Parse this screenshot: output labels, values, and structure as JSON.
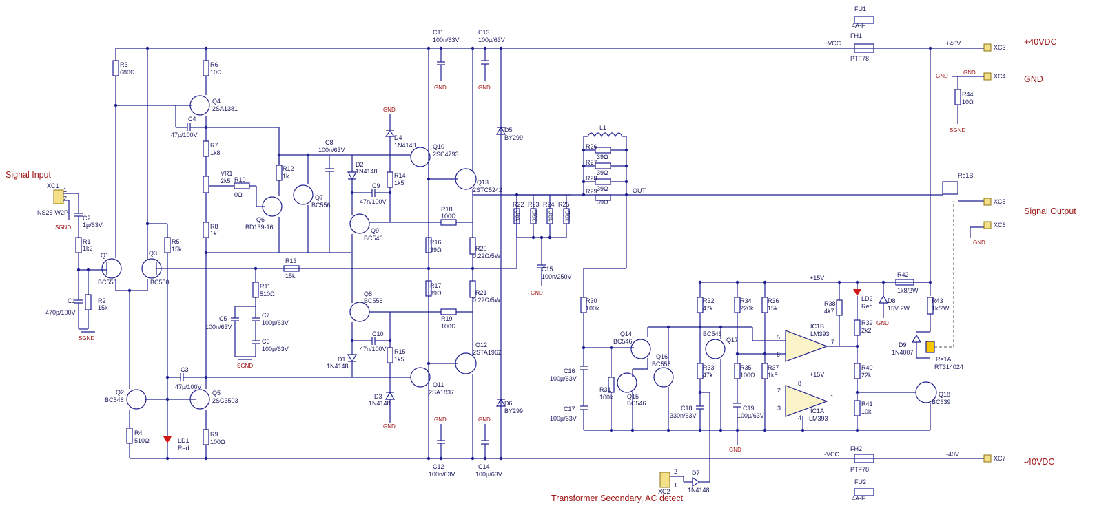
{
  "section_labels": {
    "signal_input": "Signal Input",
    "signal_output": "Signal Output",
    "pos_supply": "+40VDC",
    "gnd": "GND",
    "neg_supply": "-40VDC",
    "ac_detect": "Transformer Secondary, AC detect"
  },
  "nets": {
    "vcc": "+VCC",
    "vee": "-VCC",
    "pos40": "+40V",
    "neg40": "-40V",
    "gnd": "GND",
    "sgnd": "SGND",
    "p15": "+15V",
    "out": "OUT"
  },
  "connectors": {
    "xc1": "XC1",
    "xc1_part": "NS25-W2P",
    "xc1_p1": "1",
    "xc1_p2": "2",
    "xc2": "XC2",
    "xc2_p1": "1",
    "xc2_p2": "2",
    "xc3": "XC3",
    "xc4": "XC4",
    "xc5": "XC5",
    "xc6": "XC6",
    "xc7": "XC7"
  },
  "components": {
    "r1": "R1",
    "r1v": "1k2",
    "r2": "R2",
    "r2v": "15k",
    "r3": "R3",
    "r3v": "680Ω",
    "r4": "R4",
    "r4v": "510Ω",
    "r5": "R5",
    "r5v": "15k",
    "r6": "R6",
    "r6v": "10Ω",
    "r7": "R7",
    "r7v": "1k8",
    "r8": "R8",
    "r8v": "1k",
    "r9": "R9",
    "r9v": "100Ω",
    "r10": "R10",
    "r10v": "0Ω",
    "r11": "R11",
    "r11v": "510Ω",
    "r12": "R12",
    "r12v": "1k",
    "r13": "R13",
    "r13v": "15k",
    "r14": "R14",
    "r14v": "1k5",
    "r15": "R15",
    "r15v": "1k5",
    "r16": "R16",
    "r16v": "39Ω",
    "r17": "R17",
    "r17v": "39Ω",
    "r18": "R18",
    "r18v": "100Ω",
    "r19": "R19",
    "r19v": "100Ω",
    "r20": "R20",
    "r20v": "0.22Ω/5W",
    "r21": "R21",
    "r21v": "0.22Ω/5W",
    "r22": "R22",
    "r23": "R23",
    "r24": "R24",
    "r25": "R25",
    "r22_25v": "39Ω",
    "r26": "R26",
    "r27": "R27",
    "r28": "R28",
    "r29": "R29",
    "r26_29v": "39Ω",
    "r30": "R30",
    "r30v": "100k",
    "r31": "R31",
    "r31v": "100k",
    "r32": "R32",
    "r32v": "47k",
    "r33": "R33",
    "r33v": "47k",
    "r34": "R34",
    "r34v": "220k",
    "r35": "R35",
    "r35v": "100Ω",
    "r36": "R36",
    "r36v": "15k",
    "r37": "R37",
    "r37v": "1k5",
    "r38": "R38",
    "r38v": "4k7",
    "r39": "R39",
    "r39v": "2k2",
    "r40": "R40",
    "r40v": "22k",
    "r41": "R41",
    "r41v": "10k",
    "r42": "R42",
    "r42v": "1k8/2W",
    "r43": "R43",
    "r43v": "1k/2W",
    "r44": "R44",
    "r44v": "10Ω",
    "vr1": "VR1",
    "vr1v": "2k5",
    "c1": "C1",
    "c1v": "470p/100V",
    "c2": "C2",
    "c2v": "1µ/63V",
    "c3": "C3",
    "c3v": "47p/100V",
    "c4": "C4",
    "c4v": "47p/100V",
    "c5": "C5",
    "c5v": "100n/63V",
    "c6": "C6",
    "c6v": "100µ/63V",
    "c7": "C7",
    "c7v": "100µ/63V",
    "c8": "C8",
    "c8v": "100n/63V",
    "c9": "C9",
    "c9v": "47n/100V",
    "c10": "C10",
    "c10v": "47n/100V",
    "c11": "C11",
    "c11v": "100n/63V",
    "c12": "C12",
    "c12v": "100n/63V",
    "c13": "C13",
    "c13v": "100µ/63V",
    "c14": "C14",
    "c14v": "100µ/63V",
    "c15": "C15",
    "c15v": "100n/250V",
    "c16": "C16",
    "c16v": "100µ/63V",
    "c17": "C17",
    "c17v": "100µ/63V",
    "c18": "C18",
    "c18v": "330n/63V",
    "c19": "C19",
    "c19v": "100µ/63V",
    "q1": "Q1",
    "q1v": "BC550",
    "q2": "Q2",
    "q2v": "BC546",
    "q3": "Q3",
    "q3v": "BC550",
    "q4": "Q4",
    "q4v": "2SA1381",
    "q5": "Q5",
    "q5v": "2SC3503",
    "q6": "Q6",
    "q6v": "BD139-16",
    "q7": "Q7",
    "q7v": "BC556",
    "q8": "Q8",
    "q8v": "BC556",
    "q9": "Q9",
    "q9v": "BC546",
    "q10": "Q10",
    "q10v": "2SC4793",
    "q11": "Q11",
    "q11v": "2SA1837",
    "q12": "Q12",
    "q12v": "2STA1962",
    "q13": "Q13",
    "q13v": "2STC5242",
    "q14": "Q14",
    "q14v": "BC546",
    "q15": "Q15",
    "q15v": "BC546",
    "q16": "Q16",
    "q16v": "BC556",
    "q17": "Q17",
    "q17v": "BC546",
    "q18": "Q18",
    "q18v": "BC639",
    "d1": "D1",
    "d1v": "1N4148",
    "d2": "D2",
    "d2v": "1N4148",
    "d3": "D3",
    "d3v": "1N4148",
    "d4": "D4",
    "d4v": "1N4148",
    "d5": "D5",
    "d5v": "BY299",
    "d6": "D6",
    "d6v": "BY299",
    "d7": "D7",
    "d7v": "1N4148",
    "d8": "D8",
    "d8v": "15V 2W",
    "d9": "D9",
    "d9v": "1N4007",
    "ld1": "LD1",
    "ld1v": "Red",
    "ld2": "LD2",
    "ld2v": "Red",
    "l1": "L1",
    "fu1": "FU1",
    "fu1v": "4A-F",
    "fu2": "FU2",
    "fu2v": "4A-F",
    "fh1": "FH1",
    "fh1v": "PTF78",
    "fh2": "FH2",
    "fh2v": "PTF78",
    "ic1a": "IC1A",
    "ic1b": "IC1B",
    "ic1v": "LM393",
    "re1a": "Re1A",
    "re1av": "RT314024",
    "re1b": "Re1B"
  },
  "pins": {
    "p5": "5",
    "p6": "6",
    "p7": "7",
    "p8": "8",
    "p4": "4",
    "p1": "1",
    "p2": "2",
    "p3": "3"
  }
}
